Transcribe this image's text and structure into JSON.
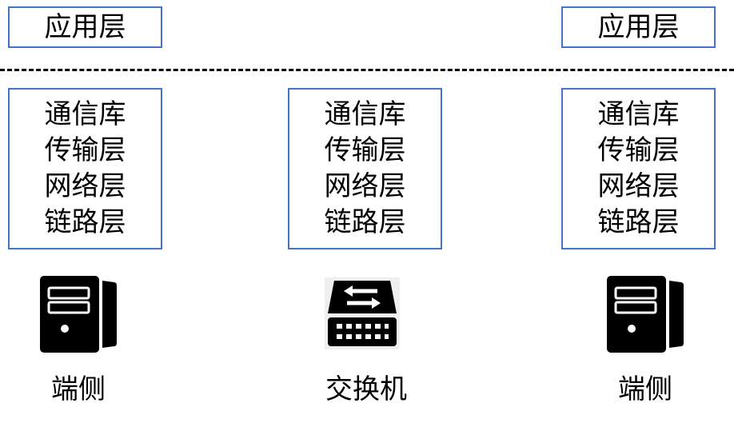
{
  "left_app_layer": "应用层",
  "right_app_layer": "应用层",
  "stacks": {
    "left": [
      "通信库",
      "传输层",
      "网络层",
      "链路层"
    ],
    "middle": [
      "通信库",
      "传输层",
      "网络层",
      "链路层"
    ],
    "right": [
      "通信库",
      "传输层",
      "网络层",
      "链路层"
    ]
  },
  "devices": {
    "left": {
      "icon": "server-icon",
      "label": "端侧"
    },
    "middle": {
      "icon": "switch-icon",
      "label": "交换机"
    },
    "right": {
      "icon": "server-icon",
      "label": "端侧"
    }
  },
  "colors": {
    "box_border": "#4472c4",
    "text": "#000000",
    "divider": "#000000"
  }
}
